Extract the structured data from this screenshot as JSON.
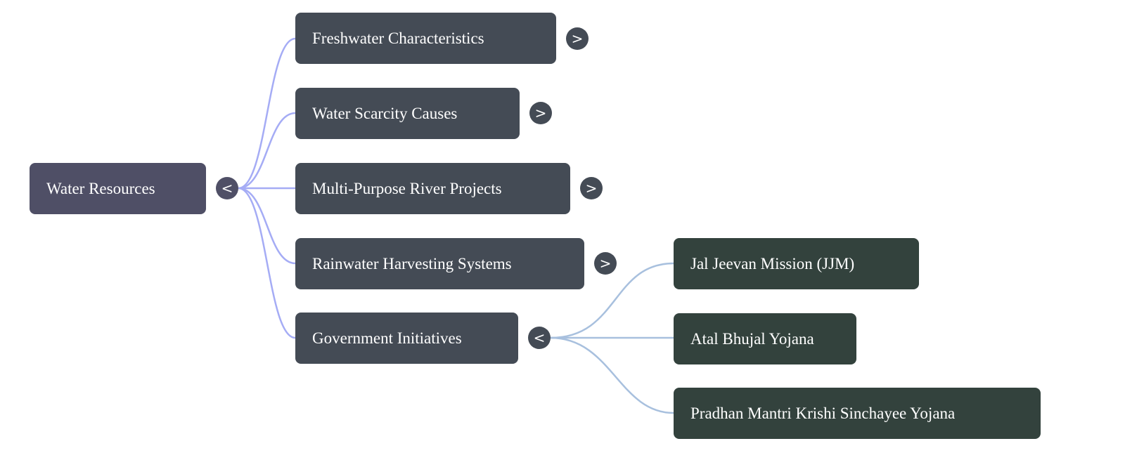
{
  "colors": {
    "root": "#4f4f66",
    "level1": "#444b55",
    "level2": "#33423d",
    "edge_root": "#a5acf5",
    "edge_gov": "#a8c0de"
  },
  "root": {
    "label": "Water Resources",
    "toggle": "<"
  },
  "children": [
    {
      "label": "Freshwater Characteristics",
      "toggle": ">"
    },
    {
      "label": "Water Scarcity Causes",
      "toggle": ">"
    },
    {
      "label": "Multi-Purpose River Projects",
      "toggle": ">"
    },
    {
      "label": "Rainwater Harvesting Systems",
      "toggle": ">"
    },
    {
      "label": "Government Initiatives",
      "toggle": "<",
      "children": [
        {
          "label": "Jal Jeevan Mission (JJM)"
        },
        {
          "label": "Atal Bhujal Yojana"
        },
        {
          "label": "Pradhan Mantri Krishi Sinchayee Yojana"
        }
      ]
    }
  ]
}
